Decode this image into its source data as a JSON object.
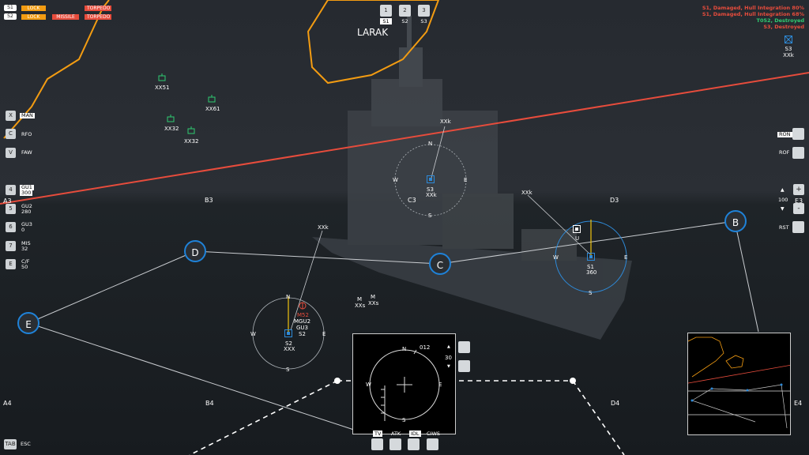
{
  "top_left": {
    "row1": {
      "key": "S1",
      "lock": "LOCK",
      "torpedo": "TORPEDO"
    },
    "row2": {
      "key": "S2",
      "lock": "LOCK",
      "missile": "MISSILE",
      "torpedo": "TORPEDO"
    }
  },
  "ship_selector": [
    {
      "key": "1",
      "label": "S1",
      "selected": true
    },
    {
      "key": "2",
      "label": "S2",
      "selected": false
    },
    {
      "key": "3",
      "label": "S3",
      "selected": false
    }
  ],
  "island_label": "LARAK",
  "status_log": [
    {
      "text": "S1, Damaged, Hull Integration 80%",
      "color": "#e74c3c"
    },
    {
      "text": "S1, Damaged, Hull Integration 68%",
      "color": "#e74c3c"
    },
    {
      "text": "T052, Destroyed",
      "color": "#2ecc71"
    },
    {
      "text": "S3, Destroyed",
      "color": "#e74c3c"
    }
  ],
  "top_right_unit": {
    "name": "S3",
    "sub": "XXk"
  },
  "left_controls": [
    {
      "key": "X",
      "label": "MAN"
    },
    {
      "key": "C",
      "label": "RFO"
    },
    {
      "key": "V",
      "label": "FAW"
    },
    {
      "key": "4",
      "label": "GU1",
      "value": "300"
    },
    {
      "key": "5",
      "label": "GU2",
      "value": "280"
    },
    {
      "key": "6",
      "label": "GU3",
      "value": "0"
    },
    {
      "key": "7",
      "label": "MIS",
      "value": "32"
    },
    {
      "key": "E",
      "label": "C/F",
      "value": "50"
    }
  ],
  "right_controls": {
    "ron": "RON",
    "rof": "ROF",
    "zoom": "100",
    "rst": "RST",
    "up": "▲",
    "down": "▼",
    "plus": "+",
    "minus": "-"
  },
  "grid_labels": {
    "a3": "A3",
    "b3": "B3",
    "c3": "C3",
    "d3": "D3",
    "e3": "E3",
    "a4": "A4",
    "b4": "B4",
    "d4": "D4",
    "e4": "E4"
  },
  "waypoints": {
    "b": "B",
    "c": "C",
    "d": "D",
    "e": "E"
  },
  "green_contacts": [
    {
      "name": "XX51"
    },
    {
      "name": "XX61"
    },
    {
      "name": "XX32"
    },
    {
      "name": "XX32"
    }
  ],
  "units": {
    "s3": {
      "name": "S3",
      "sub": "XXk",
      "callout": "XXk"
    },
    "s1": {
      "name": "S1",
      "sub": "360",
      "callout": "XXk",
      "marker": "U"
    },
    "s2": {
      "name": "S2",
      "sub": "XXX",
      "callout": "XXk",
      "labels": [
        "M52",
        "MGU2",
        "GU3",
        "S2"
      ]
    },
    "m1": {
      "name": "M",
      "sub": "XXs"
    },
    "m2": {
      "name": "M",
      "sub": "XXs"
    }
  },
  "compass": {
    "n": "N",
    "s": "S",
    "e": "E",
    "w": "W"
  },
  "radar": {
    "heading": "012",
    "speed": "30",
    "modes": [
      "TV",
      "ATK",
      "IDL",
      "CIWS"
    ],
    "selected_modes": [
      "TV",
      "IDL"
    ]
  },
  "bottom_left": {
    "key": "TAB",
    "label": "ESC"
  },
  "colors": {
    "route_orange": "#f39c12",
    "line_red": "#e74c3c",
    "unit_blue": "#2e8ad8",
    "contact_green": "#2ecc71"
  }
}
